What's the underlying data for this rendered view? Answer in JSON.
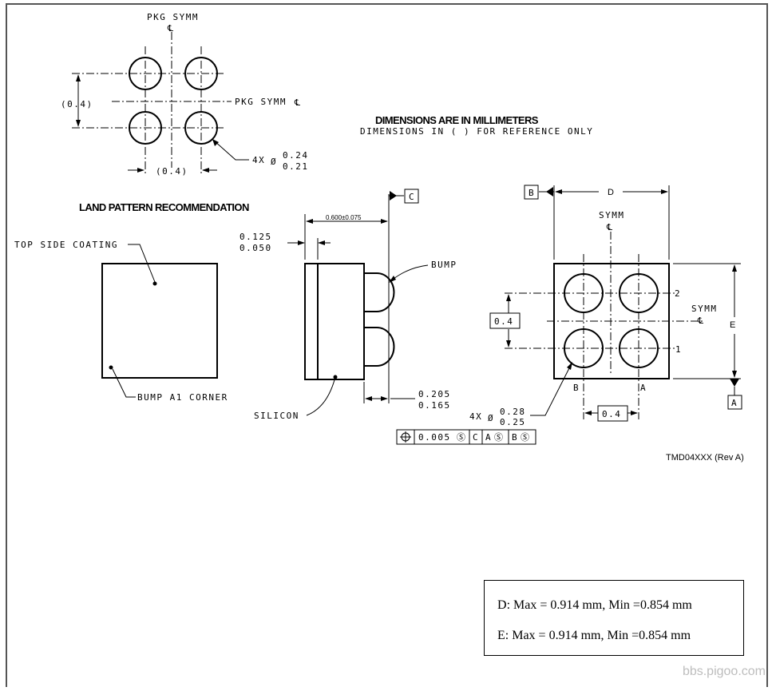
{
  "labels": {
    "pkg_symm_top": "PKG SYMM",
    "pkg_symm_right": "PKG SYMM",
    "centerline_symbol": "℄",
    "pitch_v": "(0.4)",
    "pitch_h": "(0.4)",
    "land_count": "4X",
    "land_dia_max": "0.24",
    "land_dia_min": "0.21",
    "dims_units": "DIMENSIONS ARE IN MILLIMETERS",
    "dims_ref": "DIMENSIONS IN ( ) FOR REFERENCE ONLY",
    "land_pattern_title": "LAND PATTERN RECOMMENDATION",
    "top_side_coating": "TOP SIDE COATING",
    "bump_a1_corner": "BUMP A1 CORNER",
    "datum_c": "C",
    "height_dim": "0.600±0.075",
    "coat_max": "0.125",
    "coat_min": "0.050",
    "bump": "BUMP",
    "silicon": "SILICON",
    "bump_h_max": "0.205",
    "bump_h_min": "0.165",
    "tol_value": "0.005",
    "tol_c": "C",
    "tol_a": "A",
    "tol_b": "B",
    "datum_b": "B",
    "dim_d": "D",
    "symm": "SYMM",
    "pitch_right_v": "0.4",
    "pitch_right_h": "0.4",
    "row_2": "2",
    "row_1": "1",
    "dim_e": "E",
    "datum_a": "A",
    "col_b": "B",
    "col_a": "A",
    "bump_count": "4X",
    "bump_dia_max": "0.28",
    "bump_dia_min": "0.25",
    "drawing_id": "TMD04XXX (Rev A)"
  },
  "spec": {
    "d_key": "D",
    "d_text": ": Max = 0.914 mm, Min =0.854 mm",
    "e_key": "E",
    "e_text": ": Max = 0.914 mm, Min =0.854 mm"
  },
  "watermark": "bbs.pigoo.com"
}
